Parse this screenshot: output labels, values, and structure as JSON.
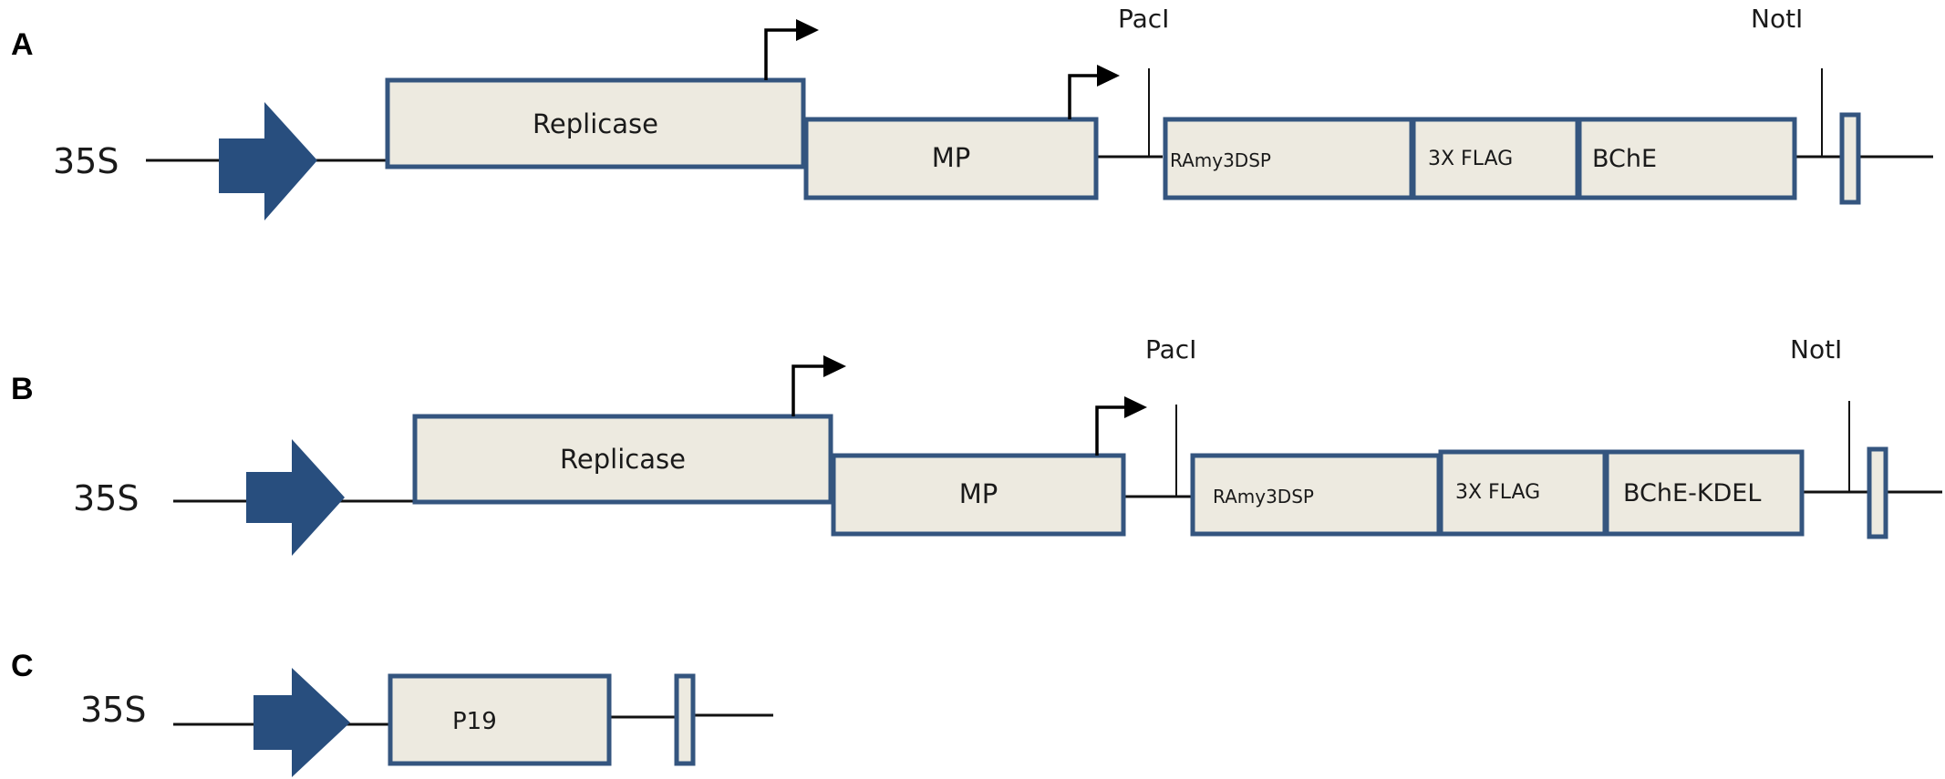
{
  "panels": [
    {
      "label": "A",
      "promoter": "35S",
      "genes": [
        "Replicase",
        "MP",
        "RAmy3DSP",
        "3X FLAG",
        "BChE"
      ],
      "sites": [
        "PacI",
        "NotI"
      ]
    },
    {
      "label": "B",
      "promoter": "35S",
      "genes": [
        "Replicase",
        "MP",
        "RAmy3DSP",
        "3X FLAG",
        "BChE-KDEL"
      ],
      "sites": [
        "PacI",
        "NotI"
      ]
    },
    {
      "label": "C",
      "promoter": "35S",
      "genes": [
        "P19"
      ],
      "sites": []
    }
  ],
  "colors": {
    "box_fill": "#edeae0",
    "box_border": "#34557f",
    "promoter_arrow": "#284e7e"
  }
}
